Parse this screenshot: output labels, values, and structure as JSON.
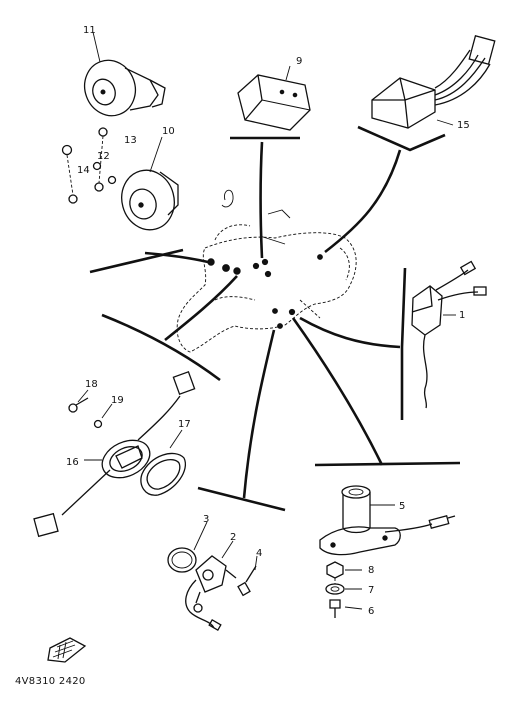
{
  "diagram": {
    "callouts": {
      "p1": "1",
      "p2": "2",
      "p3": "3",
      "p4": "4",
      "p5": "5",
      "p6": "6",
      "p7": "7",
      "p8": "8",
      "p9": "9",
      "p10": "10",
      "p11": "11",
      "p12": "12",
      "p13": "13",
      "p14": "14",
      "p15": "15",
      "p16": "16",
      "p17": "17",
      "p18": "18",
      "p19": "19"
    },
    "figure_code": "4V8310 2420"
  }
}
